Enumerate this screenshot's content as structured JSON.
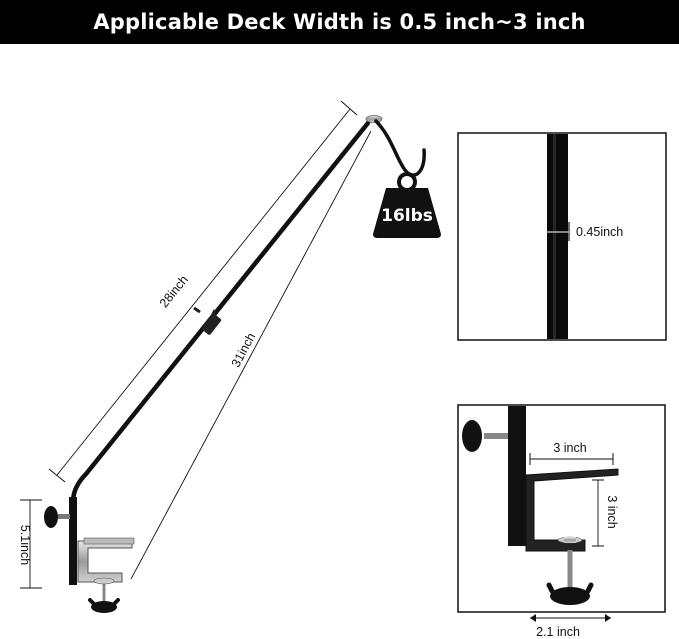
{
  "banner": {
    "title": "Applicable Deck Width is 0.5 inch~3 inch"
  },
  "diagram": {
    "labels": {
      "arm_length": "28inch",
      "diagonal_length": "31inch",
      "clamp_height": "5.1inch",
      "weight_capacity": "16lbs",
      "pole_diameter": "0.45inch",
      "clamp_depth": "3 inch",
      "clamp_opening": "3 inch",
      "base_width": "2.1 inch"
    }
  },
  "colors": {
    "banner_bg": "#000000",
    "banner_text": "#ffffff",
    "metal": "#111111",
    "steel": "#9a9a9a"
  }
}
